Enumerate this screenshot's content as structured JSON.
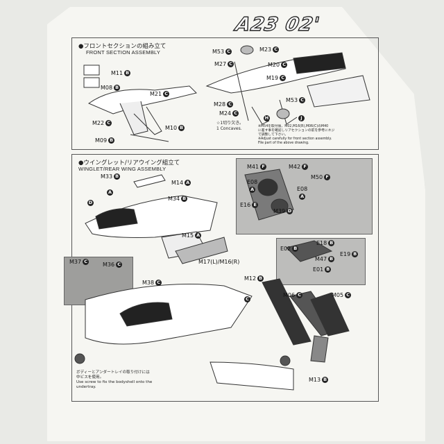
{
  "header": {
    "title": "A23 02'"
  },
  "front_section": {
    "title_jp": "●フロントセクションの組み立て",
    "title_en": "FRONT SECTION ASSEMBLY",
    "parts": [
      {
        "id": "M11",
        "letter": "B"
      },
      {
        "id": "M08",
        "letter": "B"
      },
      {
        "id": "M21",
        "letter": "C"
      },
      {
        "id": "M22",
        "letter": "C"
      },
      {
        "id": "M10",
        "letter": "B"
      },
      {
        "id": "M09",
        "letter": "B"
      },
      {
        "id": "M53",
        "letter": "C"
      },
      {
        "id": "M23",
        "letter": "C"
      },
      {
        "id": "M27",
        "letter": "C"
      },
      {
        "id": "M20",
        "letter": "C"
      },
      {
        "id": "M19",
        "letter": "C"
      },
      {
        "id": "M28",
        "letter": "C"
      },
      {
        "id": "M24",
        "letter": "C"
      },
      {
        "id": "M53b",
        "text": "M53",
        "letter": "C"
      },
      {
        "id": "H",
        "letter": "H"
      },
      {
        "id": "J",
        "letter": "J"
      }
    ],
    "notes": {
      "cut_note_1": "☆1切り欠き。",
      "cut_note_2": "1 Concaves.",
      "adjust_jp_1": "※M54を取付後、M02,M16(R),M06(C)のM40",
      "adjust_jp_2": "に差す事を確認しリアセクションの前を参考にネジ",
      "adjust_jp_3": "で調整して下さい。",
      "adjust_en_1": "※Adjust carefully for front section assembly.",
      "adjust_en_2": "File         part of the above drawing."
    }
  },
  "wing_section": {
    "title_jp": "●ウイングレット/リアウイング組立て",
    "title_en": "WINGLET/REAR WING ASSEMBLY",
    "parts": [
      {
        "id": "M33",
        "letter": "B"
      },
      {
        "id": "M14",
        "letter": "A"
      },
      {
        "id": "A",
        "letter": "A"
      },
      {
        "id": "M34",
        "letter": "B"
      },
      {
        "id": "D",
        "letter": "D"
      },
      {
        "id": "M15",
        "letter": "A"
      },
      {
        "id": "M41",
        "letter": "F"
      },
      {
        "id": "M42",
        "letter": "F"
      },
      {
        "id": "M50",
        "letter": "F"
      },
      {
        "id": "E08",
        "letter": "A"
      },
      {
        "id": "E08b",
        "text": "E08",
        "letter": "A"
      },
      {
        "id": "E16",
        "letter": "E"
      },
      {
        "id": "M39",
        "letter": "D"
      },
      {
        "id": "E02",
        "letter": "B"
      },
      {
        "id": "E18",
        "letter": "B"
      },
      {
        "id": "M47",
        "letter": "B"
      },
      {
        "id": "E19",
        "letter": "B"
      },
      {
        "id": "E01",
        "letter": "B"
      },
      {
        "id": "M37",
        "letter": "C"
      },
      {
        "id": "M36",
        "letter": "C"
      },
      {
        "id": "M38",
        "letter": "C"
      },
      {
        "id": "M17M16",
        "text": "M17(L)/M16(R)",
        "letter": ""
      },
      {
        "id": "M12",
        "letter": "B"
      },
      {
        "id": "C",
        "letter": "C"
      },
      {
        "id": "M06",
        "letter": "C"
      },
      {
        "id": "M05",
        "letter": "C"
      },
      {
        "id": "M13",
        "letter": "B"
      }
    ],
    "notes": {
      "screw_jp_1": "ボディーとアンダートレイの取り付けには",
      "screw_jp_2": "中ビスを使用。",
      "screw_en_1": "Use screw to fix the bodyshell onto the",
      "screw_en_2": "undertray."
    }
  }
}
